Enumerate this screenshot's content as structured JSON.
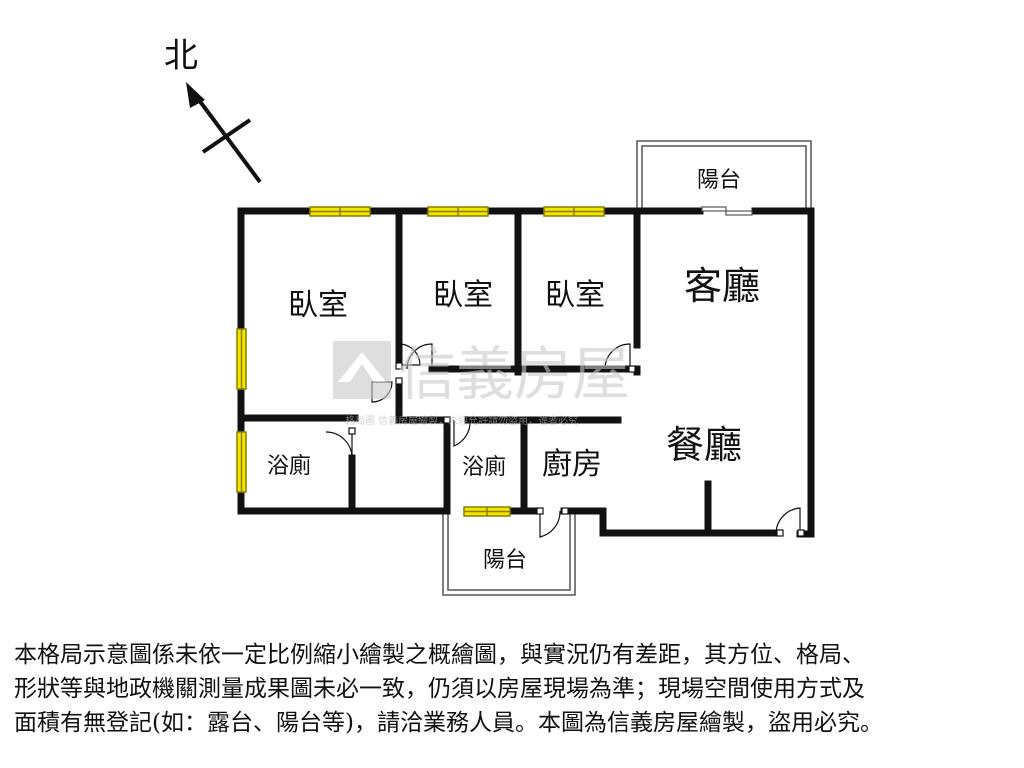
{
  "compass": {
    "label": "北"
  },
  "rooms": {
    "bedroom_left": "臥室",
    "bedroom_mid": "臥室",
    "bedroom_right": "臥室",
    "living_room": "客廳",
    "dining_room": "餐廳",
    "kitchen": "廚房",
    "bathroom_left": "浴廁",
    "bathroom_mid": "浴廁",
    "balcony_top": "陽台",
    "balcony_bottom": "陽台"
  },
  "watermark": {
    "brand": "信義房屋",
    "fine_print": "格局圖    信義房屋繪製，未經允許請勿盜用，違者必究"
  },
  "disclaimer": {
    "line1": "本格局示意圖係未依一定比例縮小繪製之概繪圖，與實況仍有差距，其方位、格局、",
    "line2": "形狀等與地政機關測量成果圖未必一致，仍須以房屋現場為準；現場空間使用方式及",
    "line3": "面積有無登記(如：露台、陽台等)，請洽業務人員。本圖為信義房屋繪製，盜用必究。"
  },
  "colors": {
    "wall": "#111111",
    "window_fill": "#f2e500",
    "window_stroke": "#8a7f00",
    "watermark": "#c9c9c9",
    "thin_line": "#555555"
  }
}
